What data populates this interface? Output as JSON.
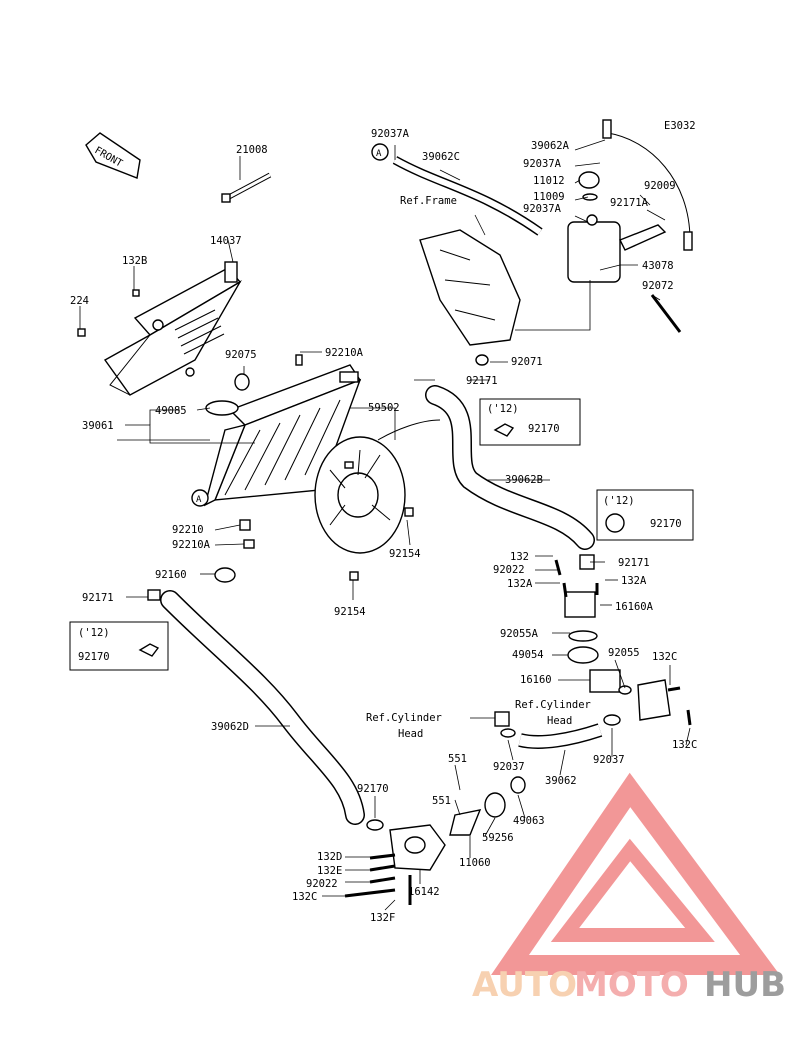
{
  "diagram_code": "E3032",
  "front_label": "FRONT",
  "ref_labels": {
    "frame": "Ref.Frame",
    "cylinder_head_left_1": "Ref.Cylinder",
    "cylinder_head_left_2": "Head",
    "cylinder_head_right_1": "Ref.Cylinder",
    "cylinder_head_right_2": "Head"
  },
  "circle_marker": "A",
  "year_boxes": [
    {
      "year": "('12)",
      "part": "92170"
    },
    {
      "year": "('12)",
      "part": "92170"
    },
    {
      "year": "('12)",
      "part": "92170"
    }
  ],
  "parts": {
    "p21008": "21008",
    "p14037": "14037",
    "p132B": "132B",
    "p224": "224",
    "p92075": "92075",
    "p92210A_top": "92210A",
    "p49085": "49085",
    "p39061": "39061",
    "p59502": "59502",
    "p92171_a": "92171",
    "p92210": "92210",
    "p92210A_bot": "92210A",
    "p92160": "92160",
    "p92171_b": "92171",
    "p92154_a": "92154",
    "p92154_b": "92154",
    "p39062B": "39062B",
    "p92037A_1": "92037A",
    "p39062C": "39062C",
    "p39062A": "39062A",
    "p92037A_2": "92037A",
    "p11012": "11012",
    "p11009": "11009",
    "p92037A_3": "92037A",
    "p92009": "92009",
    "p92171A": "92171A",
    "p43078": "43078",
    "p92072": "92072",
    "p92071": "92071",
    "p132_a": "132",
    "p92022_a": "92022",
    "p132A_1": "132A",
    "p132A_2": "132A",
    "p92171_c": "92171",
    "p16160A": "16160A",
    "p92055A": "92055A",
    "p49054": "49054",
    "p92055": "92055",
    "p132C_a": "132C",
    "p16160": "16160",
    "p132C_b": "132C",
    "p39062D": "39062D",
    "p92037_a": "92037",
    "p92037_b": "92037",
    "p39062": "39062",
    "p551_a": "551",
    "p551_b": "551",
    "p49063": "49063",
    "p59256": "59256",
    "p11060": "11060",
    "p92170": "92170",
    "p132D": "132D",
    "p132E": "132E",
    "p92022_b": "92022",
    "p132C_c": "132C",
    "p16142": "16142",
    "p132F": "132F"
  },
  "watermark": {
    "part1": "AUTO",
    "part2": "MOTO",
    "part3": "HUB",
    "color1": "#f6c9a4",
    "color2": "#f3a0a0",
    "color3": "#8c8c8c",
    "logo_color": "#f08585"
  }
}
